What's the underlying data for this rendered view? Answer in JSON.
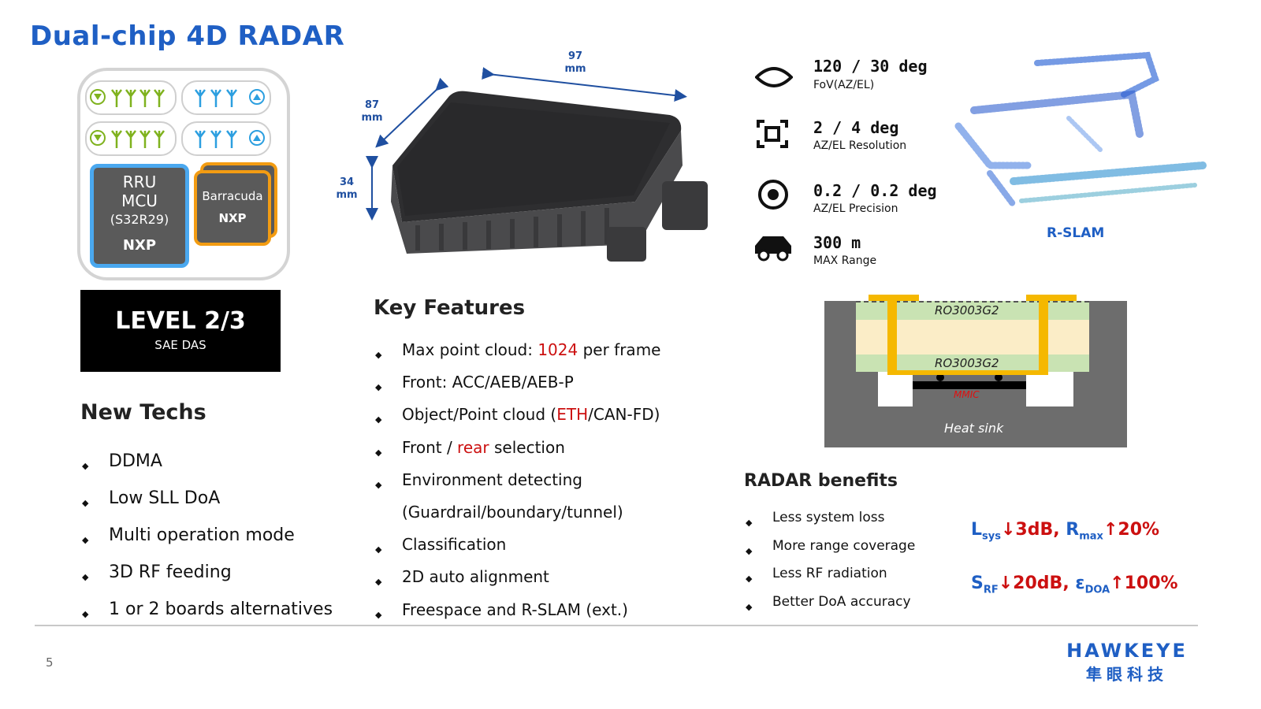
{
  "title": "Dual-chip 4D RADAR",
  "block": {
    "chip1_lines": [
      "RRU",
      "MCU",
      "(S32R29)"
    ],
    "chip1_logo": "NXP",
    "chip2_name": "Barracuda",
    "chip2_logo": "NXP"
  },
  "level": {
    "main": "LEVEL 2/3",
    "sub": "SAE DAS"
  },
  "dimensions": {
    "width": "97",
    "depth": "87",
    "height": "34",
    "unit": "mm"
  },
  "specs": [
    {
      "icon": "eye-icon",
      "value": "120 / 30 deg",
      "label": "FoV(AZ/EL)"
    },
    {
      "icon": "resolution-icon",
      "value": "2 / 4 deg",
      "label": "AZ/EL Resolution"
    },
    {
      "icon": "target-icon",
      "value": "0.2 / 0.2 deg",
      "label": "AZ/EL Precision"
    },
    {
      "icon": "car-icon",
      "value": "300 m",
      "label": "MAX Range"
    }
  ],
  "rslam_label": "R-SLAM",
  "new_techs": {
    "heading": "New Techs",
    "items": [
      "DDMA",
      "Low SLL DoA",
      "Multi operation mode",
      "3D RF feeding",
      "1 or 2 boards alternatives"
    ]
  },
  "key_features": {
    "heading": "Key Features",
    "items": [
      {
        "pre": "Max point cloud: ",
        "hl": "1024",
        "post": " per frame"
      },
      {
        "pre": "Front: ACC/AEB/AEB-P",
        "hl": "",
        "post": ""
      },
      {
        "pre": "Object/Point cloud (",
        "hl": "ETH",
        "post": "/CAN-FD)"
      },
      {
        "pre": "Front / ",
        "hl": "rear",
        "post": " selection"
      },
      {
        "pre": "Environment detecting",
        "hl": "",
        "post": ""
      },
      {
        "pre": "(Guardrail/boundary/tunnel)",
        "hl": "",
        "post": ""
      },
      {
        "pre": "Classification",
        "hl": "",
        "post": ""
      },
      {
        "pre": "2D auto alignment",
        "hl": "",
        "post": ""
      },
      {
        "pre": "Freespace and R-SLAM (ext.)",
        "hl": "",
        "post": ""
      }
    ]
  },
  "stackup": {
    "layer_top": "RO3003G2",
    "layer_bottom": "RO3003G2",
    "chip": "MMIC",
    "sink": "Heat sink"
  },
  "benefits": {
    "heading": "RADAR benefits",
    "items": [
      "Less system loss",
      "More range coverage",
      "Less RF radiation",
      "Better DoA accuracy"
    ]
  },
  "metrics": {
    "l_sym": "L",
    "l_sub": "sys",
    "l_val": "↓3dB,",
    "r_sym": "R",
    "r_sub": "max",
    "r_val": "↑20%",
    "s_sym": "S",
    "s_sub": "RF",
    "s_val": "↓20dB,",
    "e_sym": "ε",
    "e_sub": "DOA",
    "e_val": "↑100%"
  },
  "footer": {
    "page": "5",
    "brand": "HAWKEYE",
    "brand_cn": "隼眼科技"
  },
  "colors": {
    "title": "#1f5fc4",
    "highlight": "#cc1010",
    "antenna_green": "#7fb21e",
    "antenna_blue": "#2c9fe0",
    "chip_border_blue": "#4aa8ef",
    "chip_border_orange": "#f39c12"
  }
}
